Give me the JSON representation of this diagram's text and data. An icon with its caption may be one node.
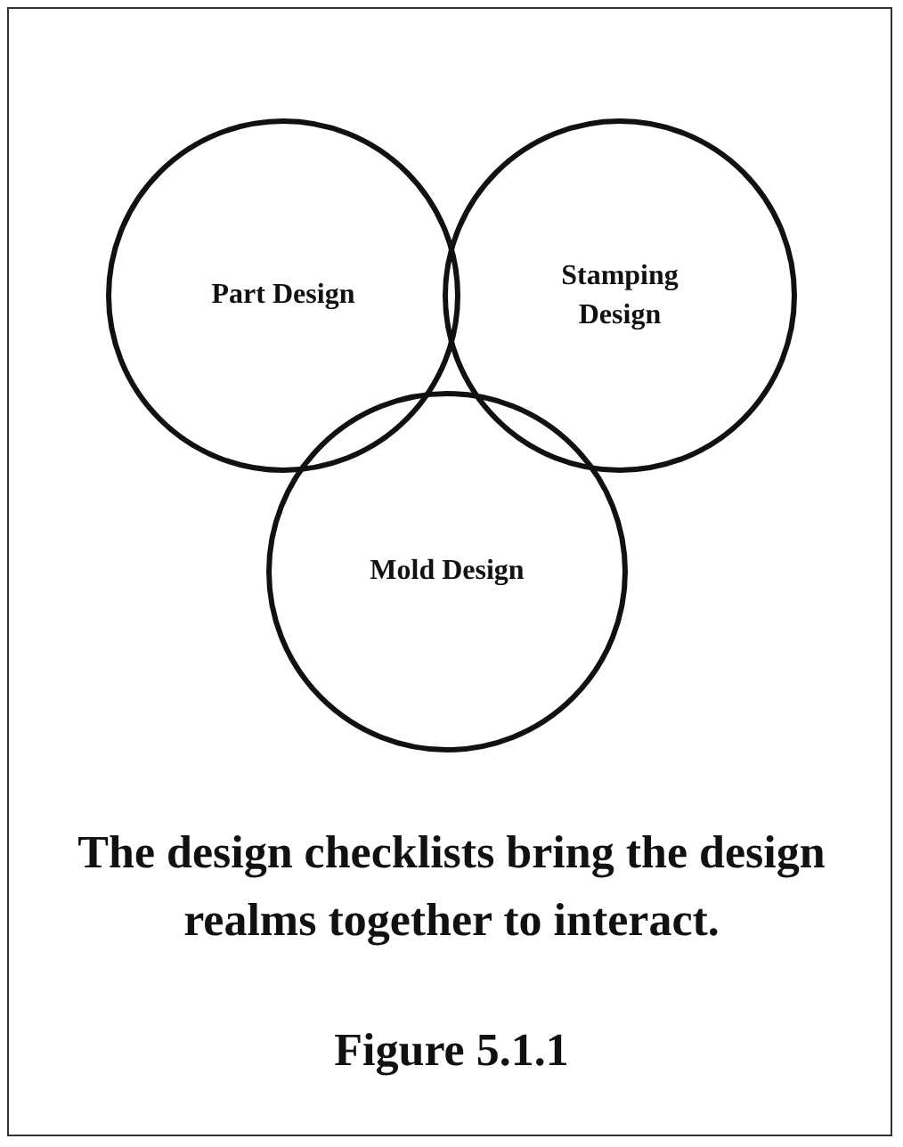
{
  "diagram": {
    "caption": "The design checklists bring the design realms together to interact.",
    "nodes": [
      {
        "text": [
          "Part Design"
        ]
      },
      {
        "text": [
          "Stamping Design"
        ]
      },
      {
        "text": [
          "Mold Design"
        ]
      }
    ],
    "edges": [],
    "labels": [
      "Figure 5.1.1"
    ]
  }
}
